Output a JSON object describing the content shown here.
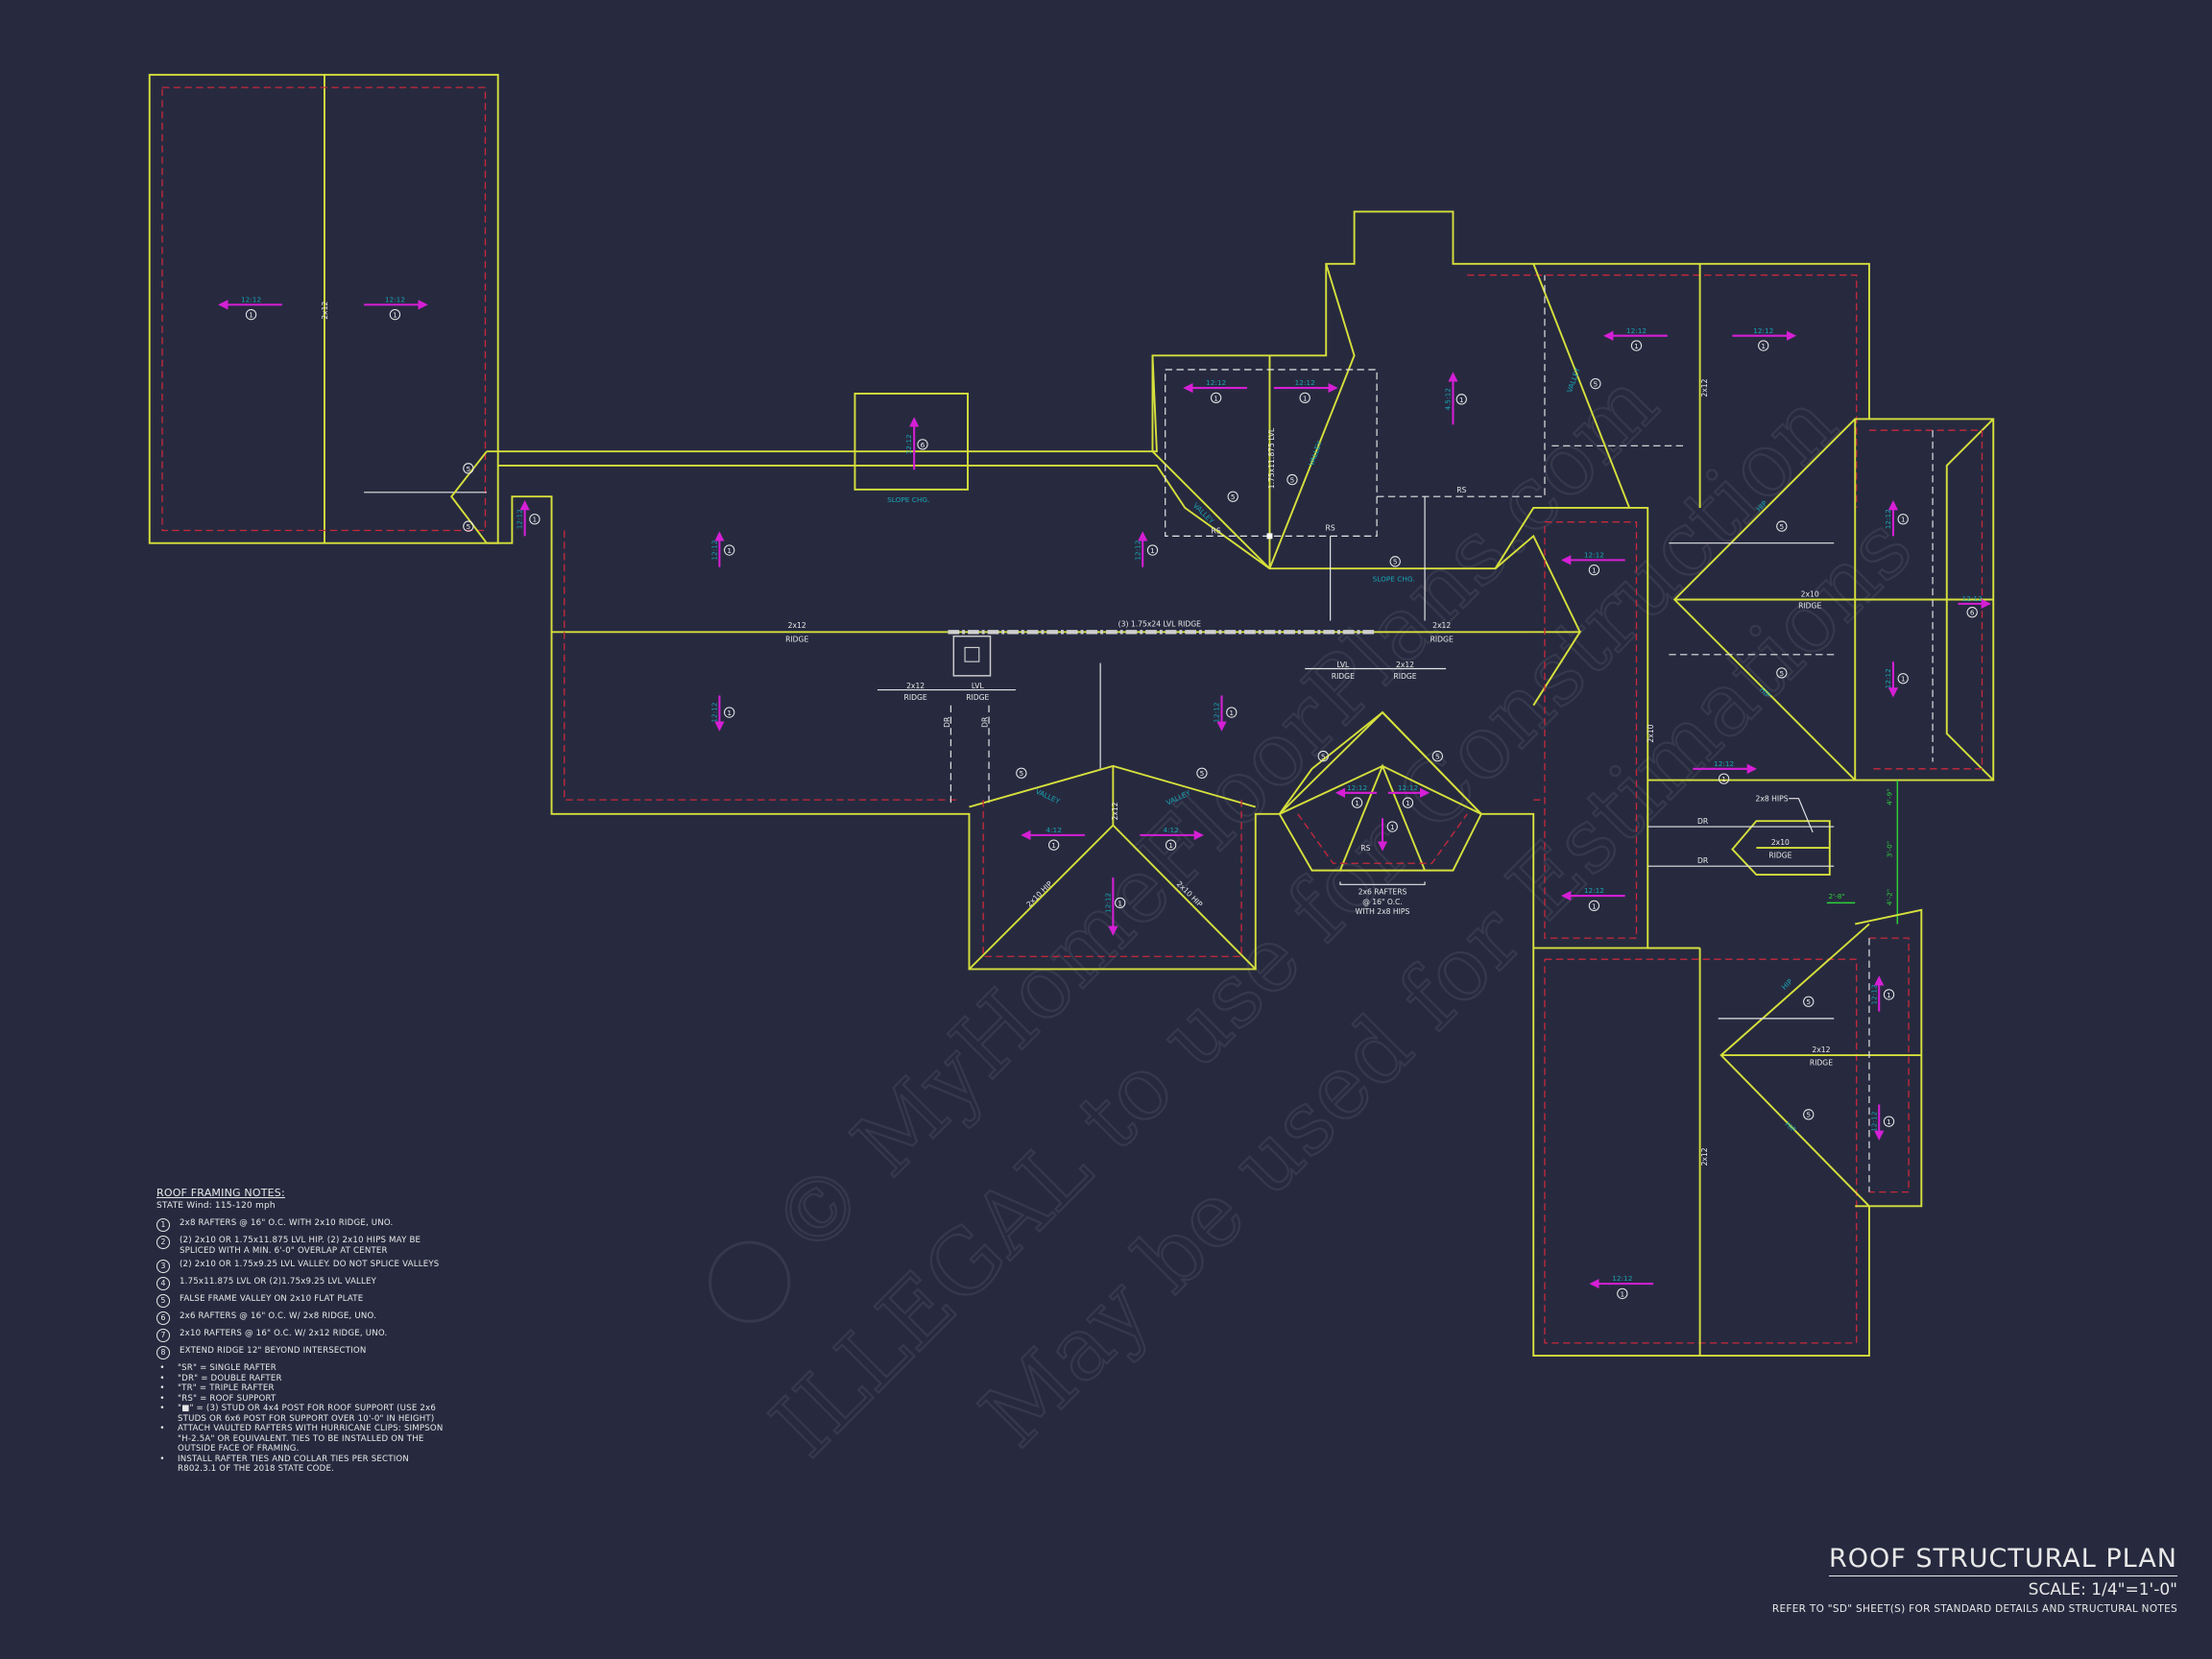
{
  "title": "ROOF STRUCTURAL PLAN",
  "scale": "SCALE: 1/4\"=1'-0\"",
  "refer": "REFER TO \"SD\" SHEET(S) FOR STANDARD DETAILS AND STRUCTURAL NOTES",
  "watermark": [
    "© MyHomeFloorPlans.com",
    "ILLEGAL to use for Construction",
    "May be used for Estimations"
  ],
  "notes": {
    "heading": "ROOF FRAMING NOTES:",
    "wind": "STATE Wind: 115-120 mph",
    "numbered": [
      {
        "num": "1",
        "text": "2x8 RAFTERS @ 16\" O.C. WITH 2x10 RIDGE, UNO."
      },
      {
        "num": "2",
        "text": "(2) 2x10 OR 1.75x11.875 LVL HIP. (2) 2x10 HIPS MAY BE SPLICED WITH A MIN. 6'-0\" OVERLAP AT CENTER"
      },
      {
        "num": "3",
        "text": "(2) 2x10 OR 1.75x9.25 LVL VALLEY. DO NOT SPLICE VALLEYS"
      },
      {
        "num": "4",
        "text": "1.75x11.875 LVL OR (2)1.75x9.25 LVL VALLEY"
      },
      {
        "num": "5",
        "text": "FALSE FRAME VALLEY ON 2x10 FLAT PLATE"
      },
      {
        "num": "6",
        "text": "2x6 RAFTERS @ 16\" O.C. W/ 2x8 RIDGE, UNO."
      },
      {
        "num": "7",
        "text": "2x10 RAFTERS @ 16\" O.C. W/ 2x12 RIDGE, UNO."
      },
      {
        "num": "8",
        "text": "EXTEND RIDGE 12\" BEYOND INTERSECTION"
      }
    ],
    "bullets": [
      "\"SR\" = SINGLE RAFTER",
      "\"DR\" = DOUBLE RAFTER",
      "\"TR\" = TRIPLE RAFTER",
      "\"RS\" = ROOF SUPPORT",
      "\"■\" = (3) STUD OR 4x4 POST FOR ROOF SUPPORT (USE 2x6 STUDS OR 6x6 POST FOR SUPPORT OVER 10'-0\" IN HEIGHT)",
      "ATTACH VAULTED RAFTERS WITH HURRICANE CLIPS: SIMPSON \"H-2.5A\" OR EQUIVALENT. TIES TO BE INSTALLED ON THE OUTSIDE FACE OF FRAMING.",
      "INSTALL RAFTER TIES AND COLLAR TIES PER SECTION R802.3.1 OF THE 2018 STATE CODE."
    ]
  },
  "plan": {
    "pitch": [
      "12:12",
      "4.5:12",
      "4:12"
    ],
    "callouts": [
      "1",
      "5",
      "6"
    ],
    "ridge_2x12": "2x12",
    "ridge_2x10": "2x10",
    "ridge_word": "RIDGE",
    "lvl": "LVL",
    "lvl_ridge": "(3) 1.75x24 LVL RIDGE",
    "lvl_ridge_small": "1.75x11.875 LVL",
    "slope_chg": "SLOPE CHG.",
    "valley": "VALLEY",
    "hip": "HIP",
    "hip_2x10": "2x10 HIP",
    "rs": "RS",
    "dr": "DR",
    "hips_2x8": "2x8 HIPS",
    "rafters_note": [
      "2x6 RAFTERS",
      "@ 16\" O.C.",
      "WITH 2x8 HIPS"
    ],
    "dims": [
      "4'-9\"",
      "3'-0\"",
      "4'-2\"",
      "2'-8\""
    ]
  },
  "colors": {
    "background": "#272a3f",
    "roof_line": "#d6e03c",
    "wall_line": "#c8283c",
    "pitch_arrow": "#d51fd5",
    "pitch_text": "#19a4b4",
    "dimension": "#2fd03a"
  }
}
